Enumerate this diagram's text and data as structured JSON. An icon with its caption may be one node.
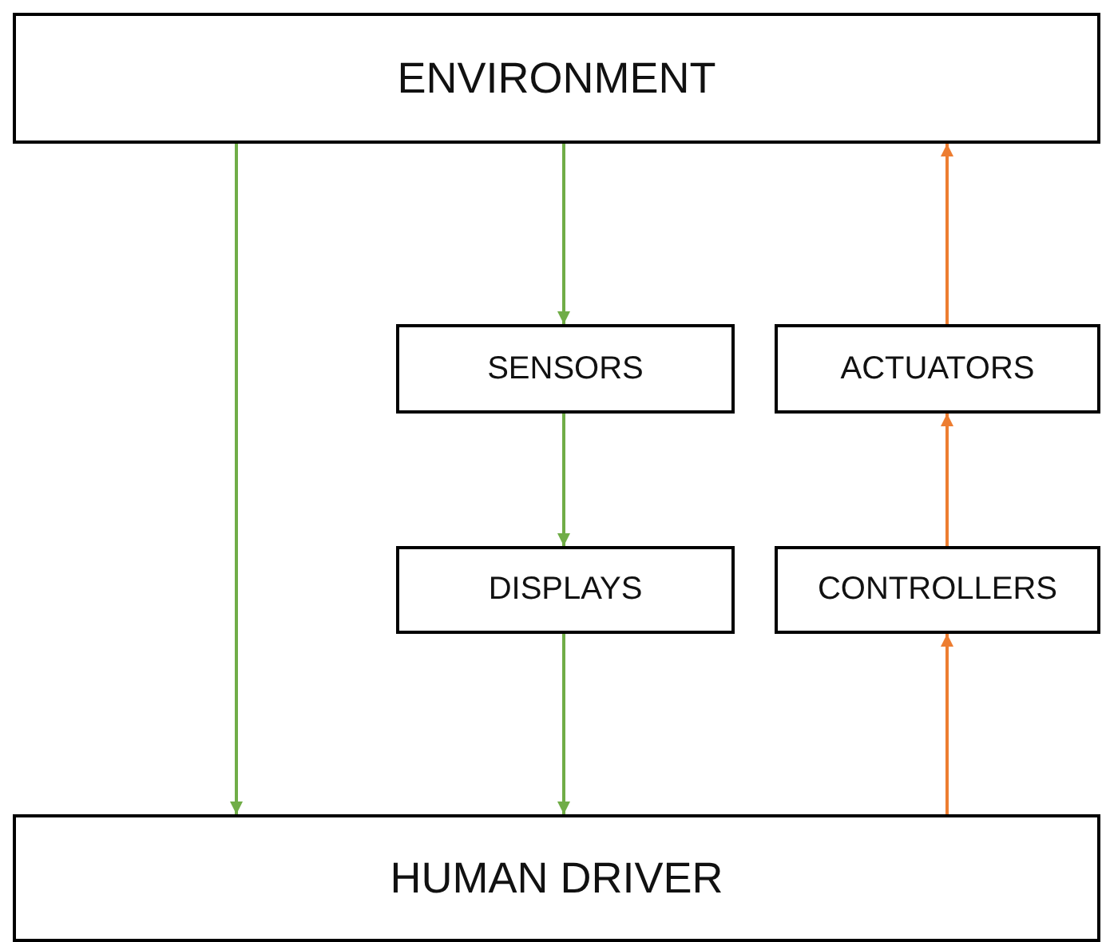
{
  "diagram": {
    "nodes": [
      {
        "text": [
          "ENVIRONMENT"
        ]
      },
      {
        "text": [
          "SENSORS"
        ]
      },
      {
        "text": [
          "ACTUATORS"
        ]
      },
      {
        "text": [
          "DISPLAYS"
        ]
      },
      {
        "text": [
          "CONTROLLERS"
        ]
      },
      {
        "text": [
          "HUMAN DRIVER"
        ]
      }
    ],
    "edges": [
      {
        "from": 0,
        "to": 5,
        "arrow": "to",
        "color": "#70ad47"
      },
      {
        "from": 0,
        "to": 1,
        "arrow": "to",
        "color": "#70ad47"
      },
      {
        "from": 1,
        "to": 3,
        "arrow": "to",
        "color": "#70ad47"
      },
      {
        "from": 3,
        "to": 5,
        "arrow": "to",
        "color": "#70ad47"
      },
      {
        "from": 5,
        "to": 4,
        "arrow": "to",
        "color": "#ed7d31"
      },
      {
        "from": 4,
        "to": 2,
        "arrow": "to",
        "color": "#ed7d31"
      },
      {
        "from": 2,
        "to": 0,
        "arrow": "to",
        "color": "#ed7d31"
      }
    ]
  }
}
